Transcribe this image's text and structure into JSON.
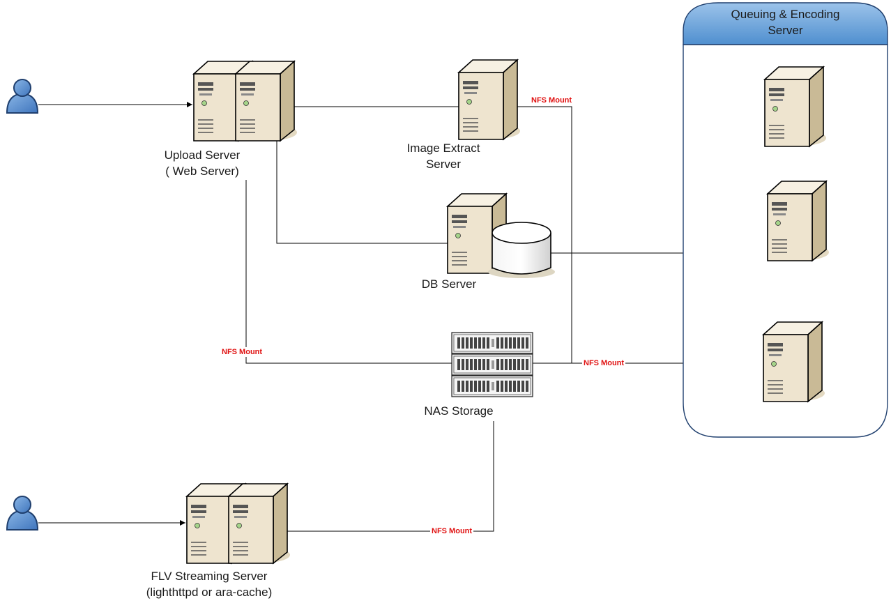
{
  "panel": {
    "title_line1": "Queuing & Encoding",
    "title_line2": "Server",
    "header_color": "#5b9bd5"
  },
  "nodes": {
    "upload_server": {
      "line1": "Upload Server",
      "line2": "( Web Server)"
    },
    "image_extract": {
      "line1": "Image Extract",
      "line2": "Server"
    },
    "db_server": {
      "line1": "DB Server"
    },
    "nas_storage": {
      "line1": "NAS Storage"
    },
    "flv_server": {
      "line1": "FLV Streaming Server",
      "line2": "(lighthttpd or ara-cache)"
    }
  },
  "edge_labels": {
    "nfs_image_extract": "NFS Mount",
    "nfs_upload": "NFS Mount",
    "nfs_encoding": "NFS Mount",
    "nfs_flv": "NFS Mount"
  },
  "colors": {
    "server_face": "#ede3cd",
    "server_side": "#c7b894",
    "server_top": "#f6efdf",
    "shadow": "#e5dcc4",
    "user_blue": "#5b8fd0",
    "nfs_red": "#e01010"
  }
}
